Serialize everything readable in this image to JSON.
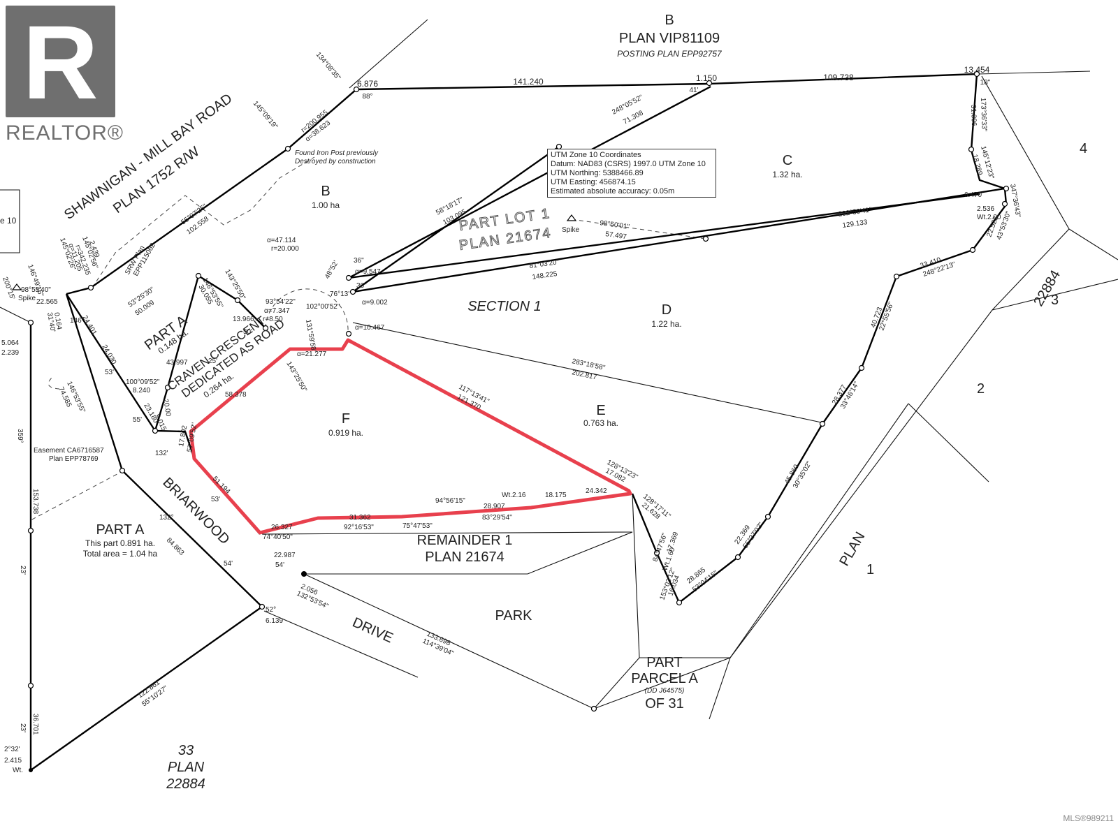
{
  "brand": {
    "logo_letter": "R",
    "logo_text": "REALTOR®"
  },
  "mls": "MLS®989211",
  "utm": {
    "title": "UTM Zone 10 Coordinates",
    "datum": "Datum: NAD83 (CSRS) 1997.0 UTM Zone 10",
    "northing": "UTM Northing:  5388466.89",
    "easting": "UTM Easting:  456874.15",
    "accuracy": "Estimated absolute accuracy: 0.05m"
  },
  "labels": {
    "b_top": "B",
    "plan_vip": "PLAN VIP81109",
    "posting_plan": "POSTING PLAN EPP92757",
    "road_1": "SHAWNIGAN - MILL BAY ROAD",
    "road_2": "PLAN 1752 R/W",
    "found_post_1": "Found Iron Post previously",
    "found_post_2": "Destroyed by construction",
    "lot_b": "B",
    "lot_b_area": "1.00 ha",
    "lot_c": "C",
    "lot_c_area": "1.32 ha.",
    "lot_d": "D",
    "lot_d_area": "1.22 ha.",
    "lot_e": "E",
    "lot_e_area": "0.763 ha.",
    "lot_f": "F",
    "lot_f_area": "0.919 ha.",
    "part_lot_1": "PART LOT 1",
    "plan_21674": "PLAN 21674",
    "section_1": "SECTION 1",
    "part_a_small": "PART A",
    "part_a_small_area": "0.148 ha.",
    "craven_1": "CRAVEN CRESCENT",
    "craven_2": "DEDICATED AS ROAD",
    "craven_3": "0.264 ha.",
    "srw_1": "SRW Plan",
    "srw_2": "EPP115062",
    "spike_1": "Spike",
    "spike_2": "Spike",
    "easement_1": "Easement CA6716587",
    "easement_2": "Plan EPP78769",
    "part_a_big": "PART A",
    "part_a_big_1": "This part 0.891 ha.",
    "part_a_big_2": "Total area = 1.04 ha",
    "briarwood": "BRIARWOOD",
    "drive": "DRIVE",
    "remainder_1": "REMAINDER 1",
    "remainder_2": "PLAN 21674",
    "park": "PARK",
    "part_parcel_1": "PART",
    "part_parcel_2": "PARCEL A",
    "part_parcel_3": "(DD J64575)",
    "part_parcel_4": "OF 31",
    "plan_word": "PLAN",
    "plan_1": "1",
    "num_2": "2",
    "num_3": "3",
    "num_4": "4",
    "num_22884": "22884",
    "lot_33": "33",
    "lot_33_plan": "PLAN",
    "lot_33_num": "22884",
    "edge_10": "e 10"
  },
  "dims": {
    "d1": "141.240",
    "d2": "1.150",
    "d3": "109.738",
    "d4": "13.454",
    "d5": "41'",
    "d6": "18\"",
    "d7": "6.876",
    "d8": "88°",
    "d9": "134°08'35\"",
    "d10": "145°09'19\"",
    "d11": "r=200.955",
    "d12": "α=38.623",
    "d13": "55°07'25\"",
    "d14": "102.558",
    "d15": "248°05'52\"",
    "d16": "71.308",
    "d17": "58°18'17\"",
    "d18": "103.095",
    "d19": "98°50'01\"",
    "d20": "57.497",
    "d21": "262°50'41\"",
    "d22": "129.133",
    "d23": "81°03'20\"",
    "d24": "148.225",
    "d25": "283°18'58\"",
    "d26": "202.817",
    "d27": "117°13'41\"",
    "d28": "121.370",
    "d29": "α=47.114",
    "d30": "r=20.000",
    "d31": "α=9.547",
    "d32": "α=9.002",
    "d33": "α=10.467",
    "d34": "α=21.277",
    "d35": "93°54'22\"",
    "d36": "α=7.347",
    "d37": "r=8.50",
    "d38": "102°00'52\"",
    "d39": "76°13'",
    "d40": "36\"",
    "d41": "36\"",
    "d42": "48°52'",
    "d43": "131°59'58\"",
    "d44": "53°25'30\"",
    "d45": "50.009",
    "d46": "143°25'50\"",
    "d47": "146°53'55\"",
    "d48": "30.055",
    "d49": "13.966",
    "d50": "43.997",
    "d51": "25'",
    "d52": "50'",
    "d53": "58.378",
    "d54": "143°25'50\"",
    "d55": "100°09'52\"",
    "d56": "8.240",
    "d57": "20.00",
    "d58": "9.015",
    "d59": "23.180",
    "d60": "24.030",
    "d61": "24.401",
    "d62": "53'",
    "d63": "146'",
    "d64": "55'",
    "d65": "132'",
    "d66": "17.802",
    "d67": "57°09'52\"",
    "d68": "51.194",
    "d69": "53'",
    "d70": "26.327",
    "d71": "74°40'50\"",
    "d72": "31.362",
    "d73": "92°16'53\"",
    "d74": "75°47'53\"",
    "d75": "94°56'15\"",
    "d76": "83°29'54\"",
    "d77": "28.907",
    "d78": "18.175",
    "d79": "24.342",
    "d80": "Wt.2.16",
    "d81": "128°13'23\"",
    "d82": "17.082",
    "d83": "128°17'11\"",
    "d84": "21.628",
    "d85": "84°47'56\"",
    "d86": "17.369",
    "d87": "Wt.1.60",
    "d88": "153°03'12\"",
    "d89": "16.034",
    "d90": "28.865",
    "d91": "53°04'15\"",
    "d92": "22.369",
    "d93": "55°27'02\"",
    "d94": "45.860",
    "d95": "30°35'02\"",
    "d96": "28.377",
    "d97": "33°46'14\"",
    "d98": "40.723",
    "d99": "22°55'56\"",
    "d100": "33.410",
    "d101": "248°22'13\"",
    "d102": "22.523",
    "d103": "43°53'30\"",
    "d104": "6.470",
    "d105": "2.536",
    "d106": "Wt.2.00",
    "d107": "347°36'43\"",
    "d108": "145°12'23\"",
    "d109": "18.289",
    "d110": "173°36'33\"",
    "d111": "31.396",
    "d112": "22.987",
    "d113": "54'",
    "d114": "2.056",
    "d115": "132°53'54\"",
    "d116": "84.863",
    "d117": "54'",
    "d118": "52°",
    "d119": "6.139",
    "d120": "133.698",
    "d121": "114°39'04\"",
    "d122": "122.861",
    "d123": "55°10'27\"",
    "d124": "146°53'55\"",
    "d125": "74.585",
    "d126": "359°",
    "d127": "153.738",
    "d128": "23'",
    "d129": "36.701",
    "d130": "23'",
    "d131": "2.415",
    "d132": "Wt.",
    "d133": "98°55'40\"",
    "d134": "22.565",
    "d135": "146°49'16\"",
    "d136": "145°02'26\"",
    "d137": "α=11.205",
    "d138": "r=342.235",
    "d139": "145°02'56\"",
    "d140": "2.439",
    "d141": "31°40'",
    "d142": "0.164",
    "d143": "5.064",
    "d144": "2.239",
    "d145": "200°15'",
    "d146": "132°",
    "d147": "2°32'"
  }
}
